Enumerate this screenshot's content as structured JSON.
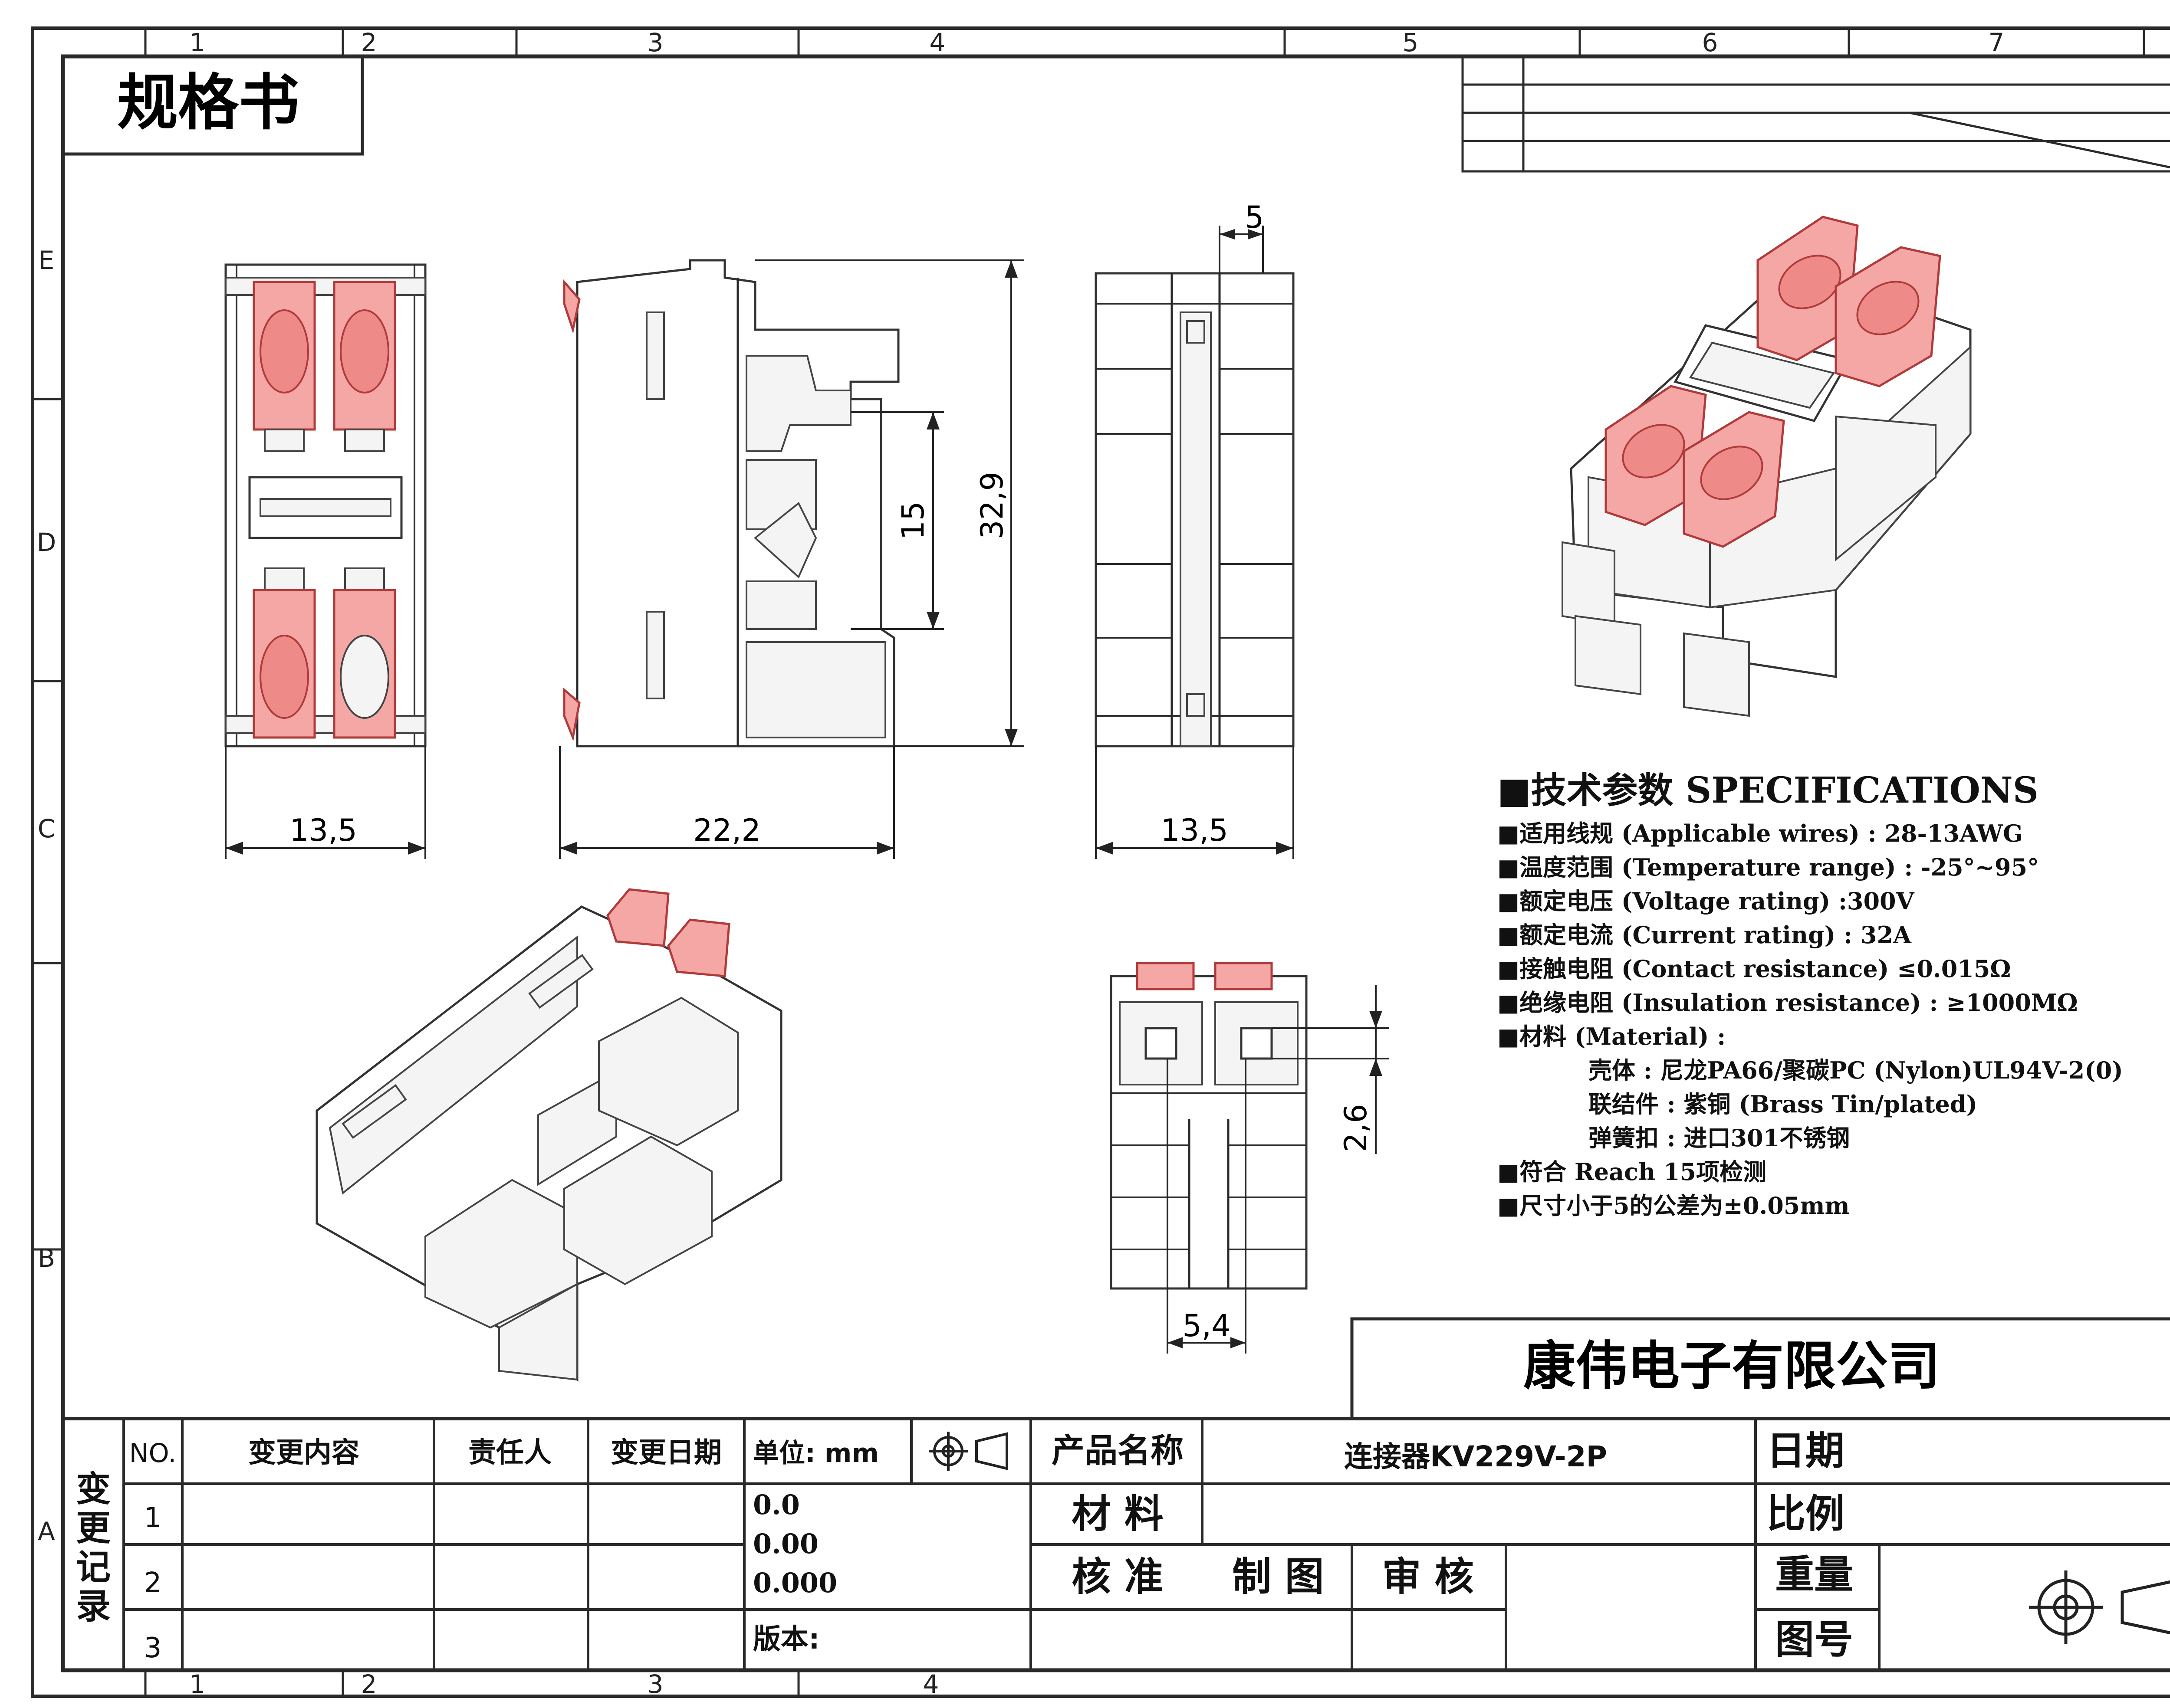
{
  "sheet_title": "规格书",
  "zone_columns_top": [
    "1",
    "2",
    "3",
    "4",
    "5",
    "6",
    "7"
  ],
  "zone_columns_bottom": [
    "1",
    "2",
    "3",
    "4"
  ],
  "zone_rows": [
    "E",
    "D",
    "C",
    "B",
    "A"
  ],
  "dimensions": {
    "top_view_width": "13,5",
    "side_view_width": "22,2",
    "side_view_height": "32,9",
    "side_view_rail": "15",
    "end_view_width": "13,5",
    "end_view_top": "5",
    "front_view_gap": "2,6",
    "front_view_pitch": "5,4"
  },
  "specifications": {
    "heading": "■技术参数  SPECIFICATIONS",
    "lines": [
      "■适用线规  (Applicable wires)  : 28-13AWG",
      "■温度范围  (Temperature range) : -25°~95°",
      "■额定电压  (Voltage rating) :300V",
      "■额定电流  (Current rating) : 32A",
      "■接触电阻  (Contact resistance) ≤0.015Ω",
      "■绝缘电阻  (Insulation resistance) : ≥1000MΩ",
      "■材料 (Material) :",
      "壳体  : 尼龙PA66/聚碳PC (Nylon)UL94V-2(0)",
      "联结件 : 紫铜 (Brass  Tin/plated)",
      "弹簧扣 : 进口301不锈钢",
      "■符合 Reach  15项检测",
      "■尺寸小于5的公差为±0.05mm"
    ]
  },
  "company": "康伟电子有限公司",
  "title_block": {
    "change_record_label": "变更记录",
    "no_header": "NO.",
    "change_content_header": "变更内容",
    "responsible_header": "责任人",
    "change_date_header": "变更日期",
    "unit_label": "单位: mm",
    "rows": [
      "1",
      "2",
      "3"
    ],
    "tolerances": [
      "0.0",
      "0.00",
      "0.000"
    ],
    "version_label": "版本:",
    "product_name_label": "产品名称",
    "product_name": "连接器KV229V-2P",
    "material_label": "材 料",
    "approve_label": "核 准",
    "drawn_label": "制 图",
    "check_label": "审 核",
    "date_label": "日期",
    "scale_label": "比例",
    "weight_label": "重量",
    "drawing_no_label": "图号"
  },
  "colors": {
    "line": "#2a2a2a",
    "lever_fill": "#f4a7a5",
    "lever_stroke": "#b03a3a"
  },
  "icons": [
    "projection-symbol-icon"
  ]
}
